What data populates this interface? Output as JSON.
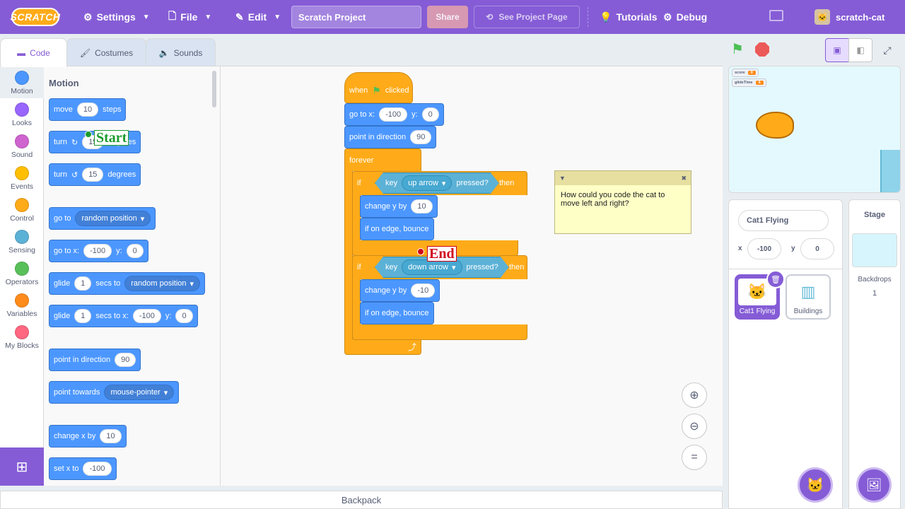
{
  "menu": {
    "logo": "SCRATCH",
    "settings": "Settings",
    "file": "File",
    "edit": "Edit",
    "project_title": "Scratch Project",
    "share": "Share",
    "see_project": "See Project Page",
    "tutorials": "Tutorials",
    "debug": "Debug",
    "username": "scratch-cat"
  },
  "tabs": {
    "code": "Code",
    "costumes": "Costumes",
    "sounds": "Sounds"
  },
  "categories": [
    {
      "label": "Motion",
      "color": "#4c97ff"
    },
    {
      "label": "Looks",
      "color": "#9966ff"
    },
    {
      "label": "Sound",
      "color": "#cf63cf"
    },
    {
      "label": "Events",
      "color": "#ffbf00"
    },
    {
      "label": "Control",
      "color": "#ffab19"
    },
    {
      "label": "Sensing",
      "color": "#5cb1d6"
    },
    {
      "label": "Operators",
      "color": "#59c059"
    },
    {
      "label": "Variables",
      "color": "#ff8c1a"
    },
    {
      "label": "My Blocks",
      "color": "#ff6680"
    }
  ],
  "palette": {
    "title": "Motion",
    "move": {
      "a": "move",
      "v": "10",
      "b": "steps"
    },
    "turn_right": {
      "a": "turn",
      "v": "15",
      "b": "degrees"
    },
    "turn_left": {
      "a": "turn",
      "v": "15",
      "b": "degrees"
    },
    "go_to": {
      "a": "go to",
      "dd": "random position"
    },
    "go_to_xy": {
      "a": "go to x:",
      "x": "-100",
      "b": "y:",
      "y": "0"
    },
    "glide_to": {
      "a": "glide",
      "v": "1",
      "b": "secs to",
      "dd": "random position"
    },
    "glide_xy": {
      "a": "glide",
      "v": "1",
      "b": "secs to x:",
      "x": "-100",
      "c": "y:",
      "y": "0"
    },
    "point_dir": {
      "a": "point in direction",
      "v": "90"
    },
    "point_towards": {
      "a": "point towards",
      "dd": "mouse-pointer"
    },
    "change_x": {
      "a": "change x by",
      "v": "10"
    },
    "set_x": {
      "a": "set x to",
      "v": "-100"
    }
  },
  "script": {
    "when": "when",
    "clicked": "clicked",
    "goto": {
      "a": "go to x:",
      "x": "-100",
      "b": "y:",
      "y": "0"
    },
    "point": {
      "a": "point in direction",
      "v": "90"
    },
    "forever": "forever",
    "if1": {
      "if": "if",
      "key": "key",
      "dd": "up arrow",
      "pressed": "pressed?",
      "then": "then"
    },
    "change1": {
      "a": "change y by",
      "v": "10"
    },
    "bounce1": "if on edge, bounce",
    "if2": {
      "if": "if",
      "key": "key",
      "dd": "down arrow",
      "pressed": "pressed?",
      "then": "then"
    },
    "change2": {
      "a": "change y by",
      "v": "-10"
    },
    "bounce2": "if on edge, bounce"
  },
  "markers": {
    "start": "Start",
    "end": "End"
  },
  "note": {
    "text": "How could you code the cat to move left and right?"
  },
  "backpack": "Backpack",
  "stage": {
    "monitors": [
      {
        "label": "score",
        "value": "0"
      },
      {
        "label": "glideTime",
        "value": "5"
      }
    ]
  },
  "sprite": {
    "name": "Cat1 Flying",
    "x_label": "x",
    "x": "-100",
    "y_label": "y",
    "y": "0",
    "tiles": [
      {
        "name": "Cat1 Flying"
      },
      {
        "name": "Buildings"
      }
    ]
  },
  "stage_pane": {
    "title": "Stage",
    "backdrops_label": "Backdrops",
    "backdrops_count": "1"
  },
  "colors": {
    "accent": "#855cd6",
    "motion": "#4c97ff",
    "control": "#ffab19",
    "sensing": "#5cb1d6"
  }
}
